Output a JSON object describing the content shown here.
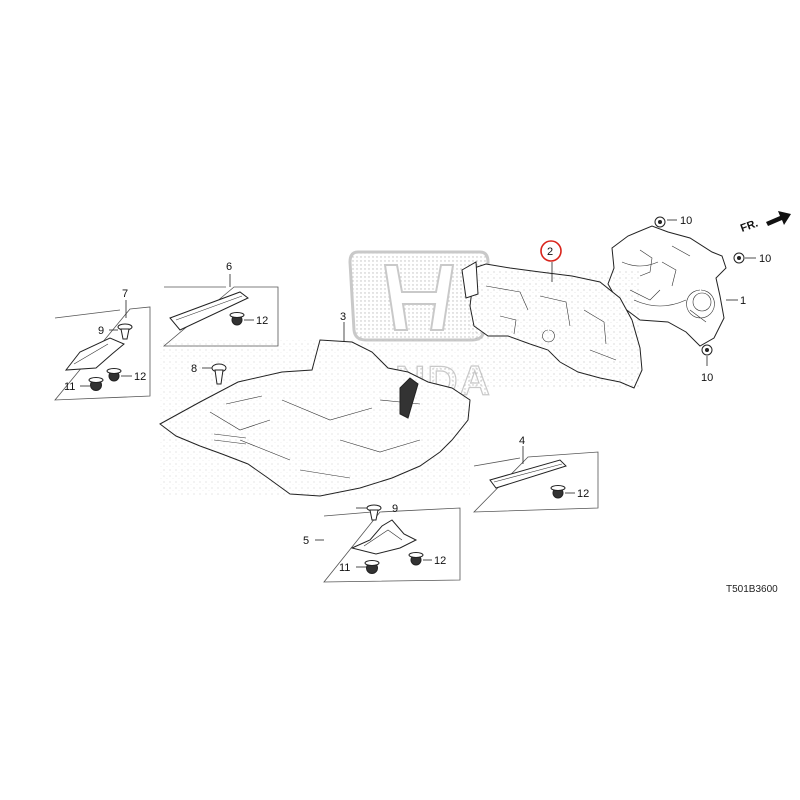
{
  "watermark": {
    "brand": "HONDA"
  },
  "direction": {
    "label": "FR."
  },
  "diagram_code": "T501B3600",
  "highlight_color": "#d9241b",
  "callouts": {
    "c1": "1",
    "c2": "2",
    "c3": "3",
    "c4": "4",
    "c5": "5",
    "c6": "6",
    "c7": "7",
    "c8": "8",
    "c9a": "9",
    "c9b": "9",
    "c10a": "10",
    "c10b": "10",
    "c10c": "10",
    "c11a": "11",
    "c11b": "11",
    "c12a": "12",
    "c12b": "12",
    "c12c": "12",
    "c12d": "12"
  }
}
